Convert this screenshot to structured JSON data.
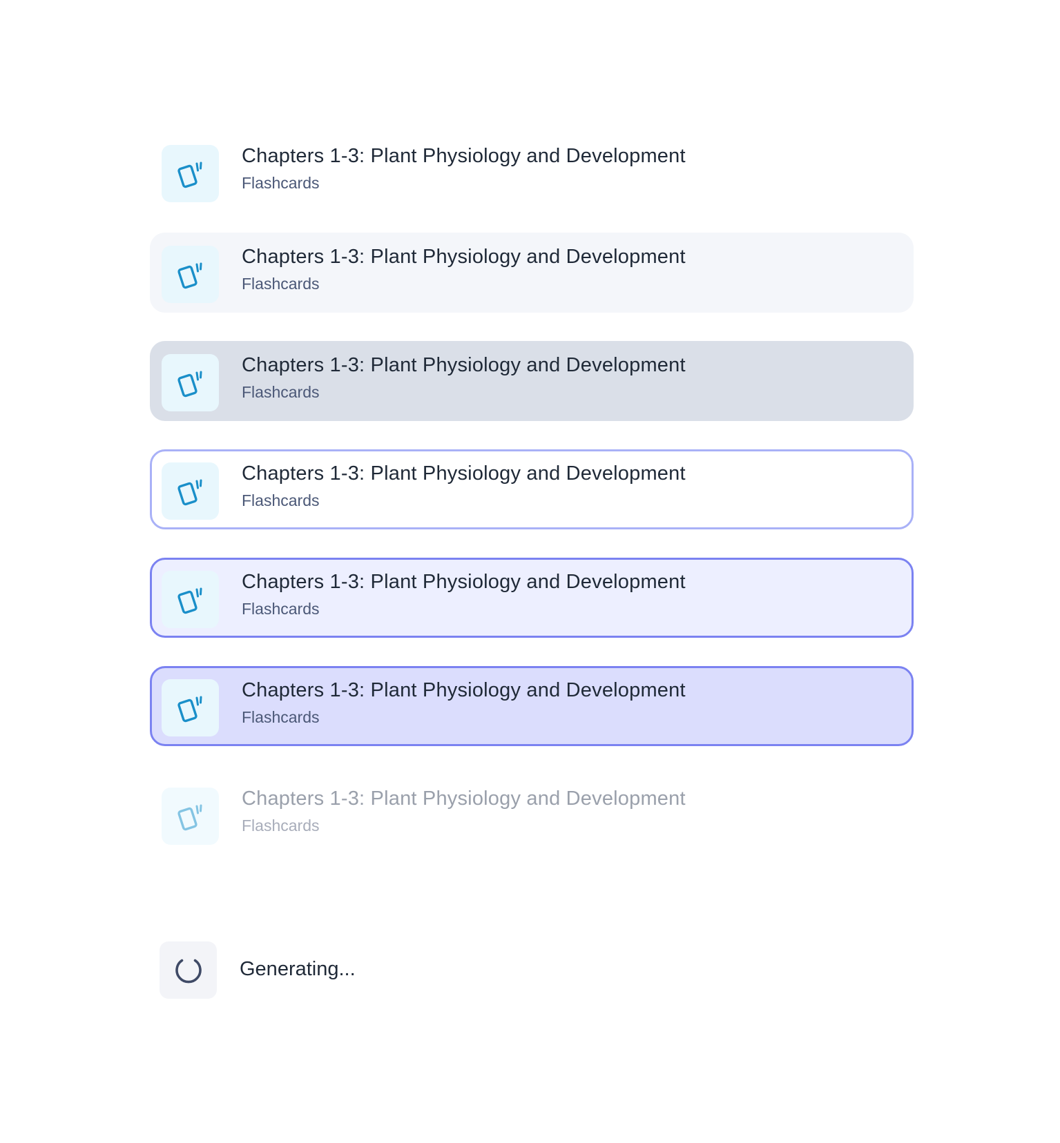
{
  "colors": {
    "icon_accent": "#1a8fc9",
    "icon_bg": "#e8f7fd",
    "title_text": "#1f2937",
    "subtitle_text": "#4b5877",
    "hover_bg": "#f4f6fa",
    "pressed_bg": "#dadfe8",
    "focus_border": "#a9b1f7",
    "selected_border": "#7b82f1",
    "selected_bg": "#edefff",
    "selected_pressed_bg": "#dbddfd"
  },
  "items": [
    {
      "title": "Chapters 1-3: Plant Physiology and Development",
      "subtitle": "Flashcards",
      "icon": "flashcards-icon"
    },
    {
      "title": "Chapters 1-3: Plant Physiology and Development",
      "subtitle": "Flashcards",
      "icon": "flashcards-icon"
    },
    {
      "title": "Chapters 1-3: Plant Physiology and Development",
      "subtitle": "Flashcards",
      "icon": "flashcards-icon"
    },
    {
      "title": "Chapters 1-3: Plant Physiology and Development",
      "subtitle": "Flashcards",
      "icon": "flashcards-icon"
    },
    {
      "title": "Chapters 1-3: Plant Physiology and Development",
      "subtitle": "Flashcards",
      "icon": "flashcards-icon"
    },
    {
      "title": "Chapters 1-3: Plant Physiology and Development",
      "subtitle": "Flashcards",
      "icon": "flashcards-icon"
    },
    {
      "title": "Chapters 1-3: Plant Physiology and Development",
      "subtitle": "Flashcards",
      "icon": "flashcards-icon"
    }
  ],
  "generating": {
    "label": "Generating...",
    "icon": "spinner-icon"
  }
}
